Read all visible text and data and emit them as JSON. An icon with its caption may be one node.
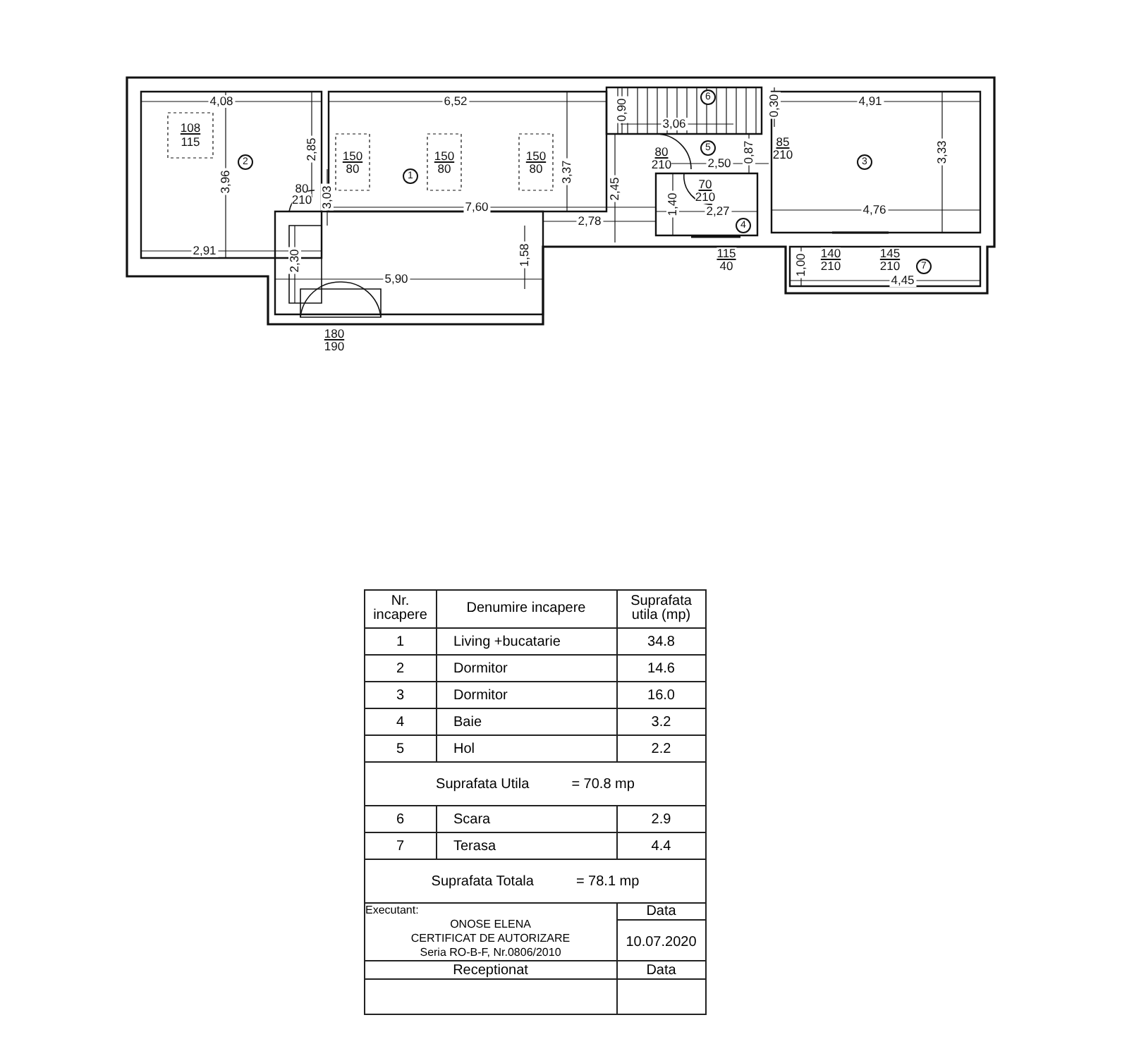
{
  "diagram": {
    "labels": [
      "4,08",
      "6,52",
      "0,90",
      "6",
      "0,30",
      "4,91",
      "108",
      "115",
      "3,06",
      "2,85",
      "80",
      "210",
      "85",
      "210",
      "2",
      "150",
      "80",
      "1",
      "150",
      "80",
      "150",
      "80",
      "3,37",
      "5",
      "2,50",
      "0,87",
      "3",
      "3,33",
      "3,96",
      "80",
      "210",
      "3,03",
      "2,45",
      "70",
      "210",
      "7,60",
      "1,40",
      "2,27",
      "4,76",
      "2,78",
      "4",
      "2,91",
      "2,30",
      "5,90",
      "1,58",
      "115",
      "40",
      "1,00",
      "140",
      "210",
      "145",
      "210",
      "7",
      "4,45",
      "180",
      "190",
      "Nr. incapere",
      "Denumire incapere",
      "Suprafata utila (mp)",
      "1",
      "Living +bucatarie",
      "34.8",
      "2",
      "Dormitor",
      "14.6",
      "3",
      "Dormitor",
      "16.0",
      "4",
      "Baie",
      "3.2",
      "5",
      "Hol",
      "2.2",
      "Suprafata Utila",
      "= 70.8 mp",
      "6",
      "Scara",
      "2.9",
      "7",
      "Terasa",
      "4.4",
      "Suprafata Totala",
      "= 78.1 mp",
      "Executant:",
      "ONOSE ELENA",
      "CERTIFICAT DE AUTORIZARE",
      "Seria RO-B-F, Nr.0806/2010",
      "Data",
      "10.07.2020",
      "Receptionat",
      "Data"
    ]
  }
}
